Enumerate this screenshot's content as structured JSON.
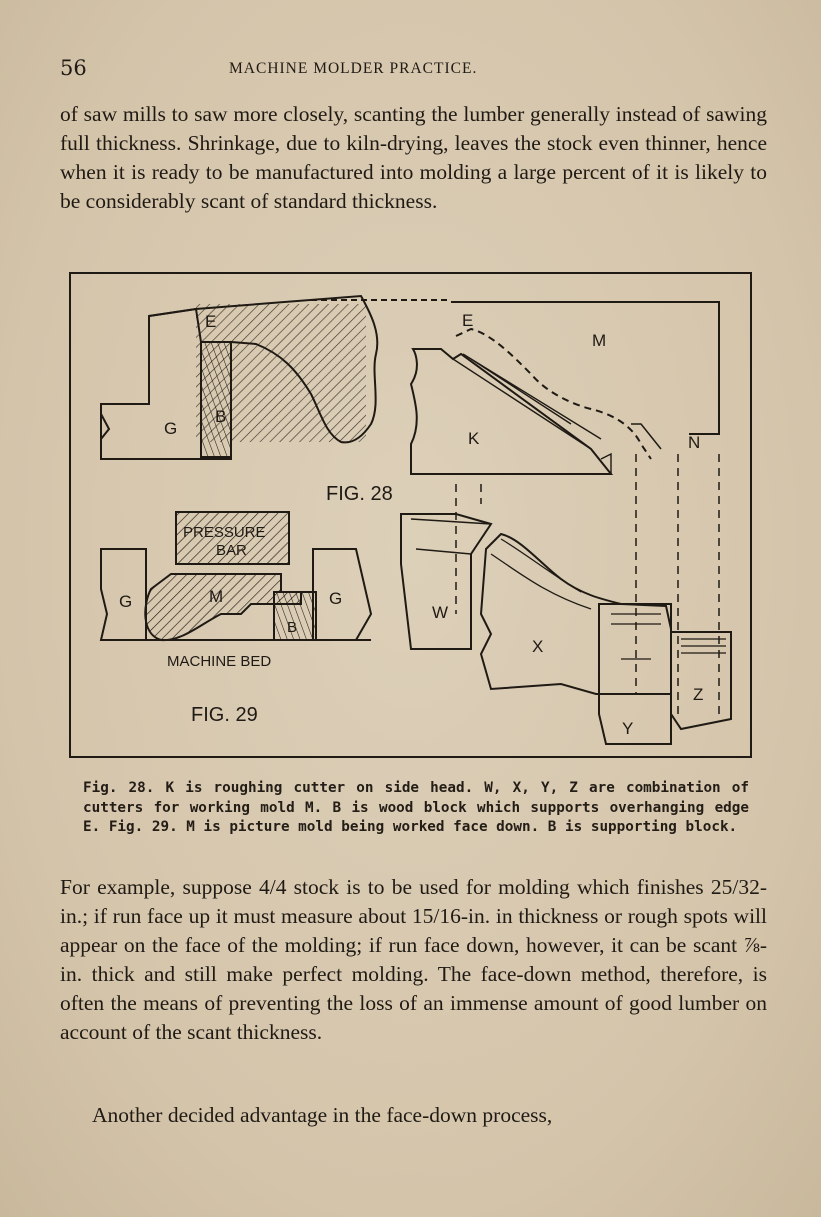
{
  "header": {
    "page_number": "56",
    "running_head": "MACHINE MOLDER PRACTICE."
  },
  "paragraphs": {
    "p1": "of saw mills to saw more closely, scanting the lumber generally instead of sawing full thickness. Shrinkage, due to kiln-drying, leaves the stock even thinner, hence when it is ready to be manufactured into molding a large percent of it is likely to be considerably scant of standard thickness.",
    "p2": "For example, suppose 4/4 stock is to be used for molding which finishes 25/32-in.; if run face up it must measure about 15/16-in. in thickness or rough spots will appear on the face of the molding; if run face down, however, it can be scant ⅞-in. thick and still make perfect molding. The face-down method, therefore, is often the means of preventing the loss of an immense amount of good lumber on account of the scant thickness.",
    "p3": "Another decided advantage in the face-down process,"
  },
  "figure": {
    "fig28_title": "FIG. 28",
    "fig29_title": "FIG. 29",
    "labels": {
      "E1": "E",
      "B1": "B",
      "G1": "G",
      "E2": "E",
      "M1": "M",
      "K": "K",
      "N": "N",
      "pressure": "PRESSURE",
      "bar": "BAR",
      "G2": "G",
      "M2": "M",
      "G3": "G",
      "B2": "B",
      "machine_bed": "MACHINE BED",
      "W": "W",
      "X": "X",
      "Y": "Y",
      "Z": "Z"
    }
  },
  "caption": "Fig. 28. K is roughing cutter on side head. W, X, Y, Z are combination of cutters for working mold M. B is wood block which supports overhanging edge E. Fig. 29. M is picture mold being worked face down. B is supporting block."
}
